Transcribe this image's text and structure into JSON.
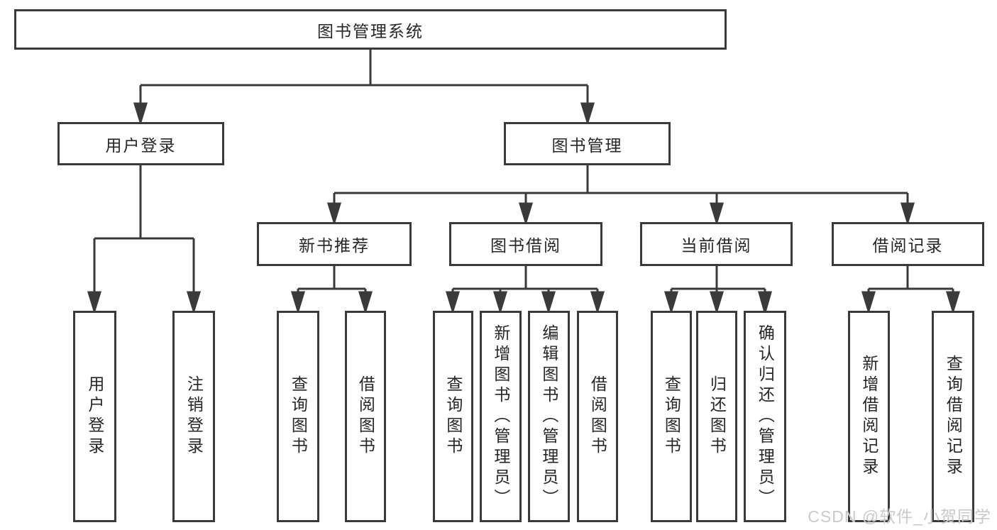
{
  "diagram": {
    "type": "tree",
    "nodes": {
      "root": "图书管理系统",
      "user_login": "用户登录",
      "book_mgmt": "图书管理",
      "new_book_rec": "新书推荐",
      "book_borrow": "图书借阅",
      "current_borrow": "当前借阅",
      "borrow_records": "借阅记录",
      "leaf_user_login": "用户登录",
      "leaf_logout": "注销登录",
      "leaf_nb_query": "查询图书",
      "leaf_nb_borrow": "借阅图书",
      "leaf_bb_query": "查询图书",
      "leaf_bb_add": "新增图书（管理员）",
      "leaf_bb_edit": "编辑图书（管理员）",
      "leaf_bb_borrow": "借阅图书",
      "leaf_cb_query": "查询图书",
      "leaf_cb_return": "归还图书",
      "leaf_cb_confirm": "确认归还（管理员）",
      "leaf_br_add": "新增借阅记录",
      "leaf_br_query": "查询借阅记录"
    },
    "edges": [
      {
        "from": "图书管理系统",
        "to": "用户登录"
      },
      {
        "from": "图书管理系统",
        "to": "图书管理"
      },
      {
        "from": "用户登录",
        "to": "用户登录"
      },
      {
        "from": "用户登录",
        "to": "注销登录"
      },
      {
        "from": "图书管理",
        "to": "新书推荐"
      },
      {
        "from": "图书管理",
        "to": "图书借阅"
      },
      {
        "from": "图书管理",
        "to": "当前借阅"
      },
      {
        "from": "图书管理",
        "to": "借阅记录"
      },
      {
        "from": "新书推荐",
        "to": "查询图书"
      },
      {
        "from": "新书推荐",
        "to": "借阅图书"
      },
      {
        "from": "图书借阅",
        "to": "查询图书"
      },
      {
        "from": "图书借阅",
        "to": "新增图书（管理员）"
      },
      {
        "from": "图书借阅",
        "to": "编辑图书（管理员）"
      },
      {
        "from": "图书借阅",
        "to": "借阅图书"
      },
      {
        "from": "当前借阅",
        "to": "查询图书"
      },
      {
        "from": "当前借阅",
        "to": "归还图书"
      },
      {
        "from": "当前借阅",
        "to": "确认归还（管理员）"
      },
      {
        "from": "借阅记录",
        "to": "新增借阅记录"
      },
      {
        "from": "借阅记录",
        "to": "查询借阅记录"
      }
    ],
    "colors": {
      "line": "#3a3a3a",
      "box_border": "#3a3a3a",
      "text": "#262626",
      "background": "#ffffff",
      "watermark": "#c6c6c6"
    }
  },
  "watermark": "CSDN @软件_小贺同学"
}
